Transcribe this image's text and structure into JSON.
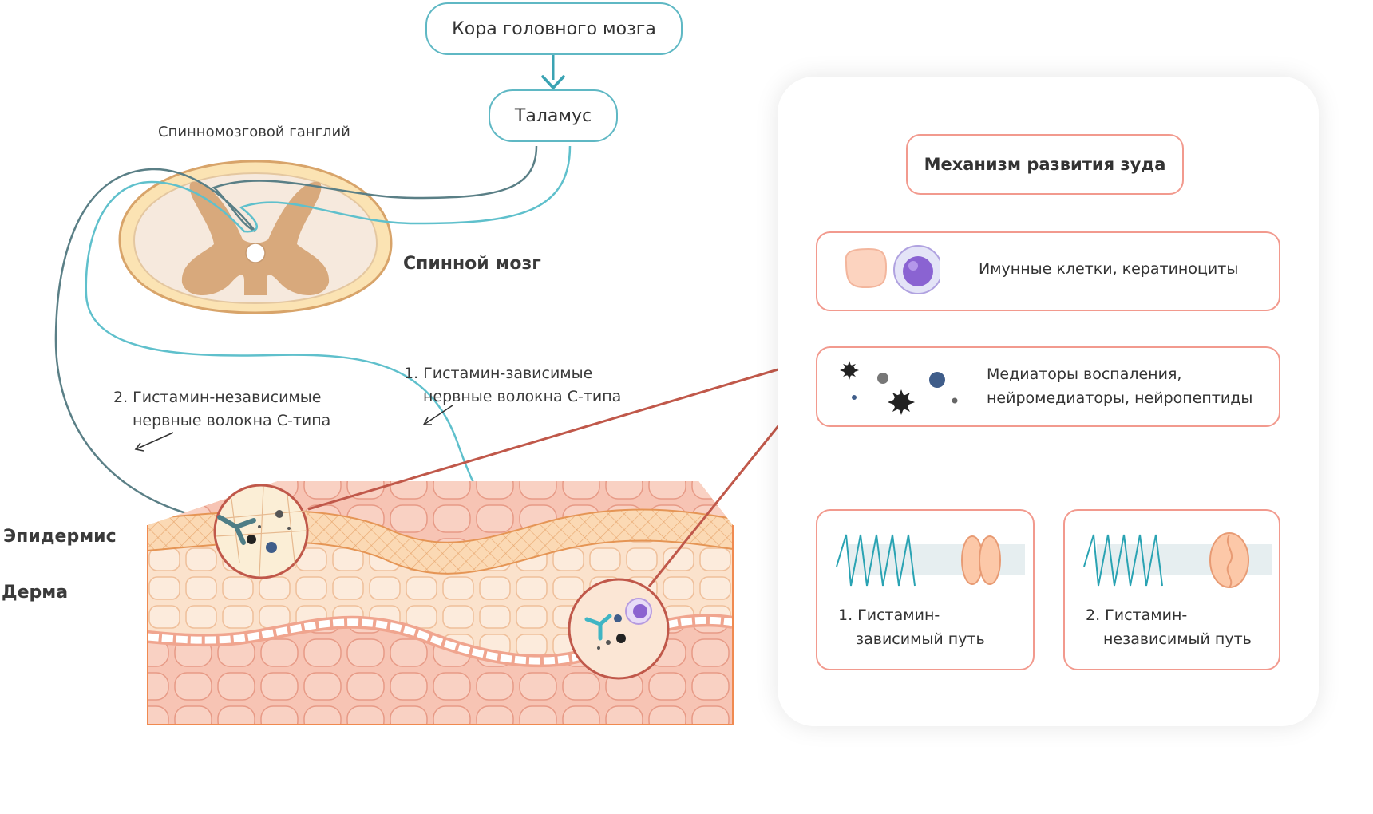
{
  "brain": {
    "cortex": "Кора головного мозга",
    "thalamus": "Таламус",
    "ganglion": "Спинномозговой ганглий",
    "spinal_cord": "Спинной мозг"
  },
  "fibers": {
    "histamine_dependent": [
      "1. Гистамин-зависимые",
      "нервные волокна С-типа"
    ],
    "histamine_independent": [
      "2. Гистамин-независимые",
      "нервные волокна С-типа"
    ]
  },
  "skin": {
    "epidermis": "Эпидермис",
    "dermis": "Дерма"
  },
  "mechanism": {
    "title": "Механизм развития зуда",
    "cells": "Имунные клетки, кератиноциты",
    "mediators": [
      "Медиаторы воспаления,",
      "нейромедиаторы, нейропептиды"
    ],
    "path1": [
      "1. Гистамин-",
      "зависимый путь"
    ],
    "path2": [
      "2. Гистамин-",
      "независимый путь"
    ]
  },
  "colors": {
    "teal": "#5fb8c4",
    "slate": "#5a7f86",
    "coral": "#f29a8e",
    "link": "#c0584a"
  }
}
